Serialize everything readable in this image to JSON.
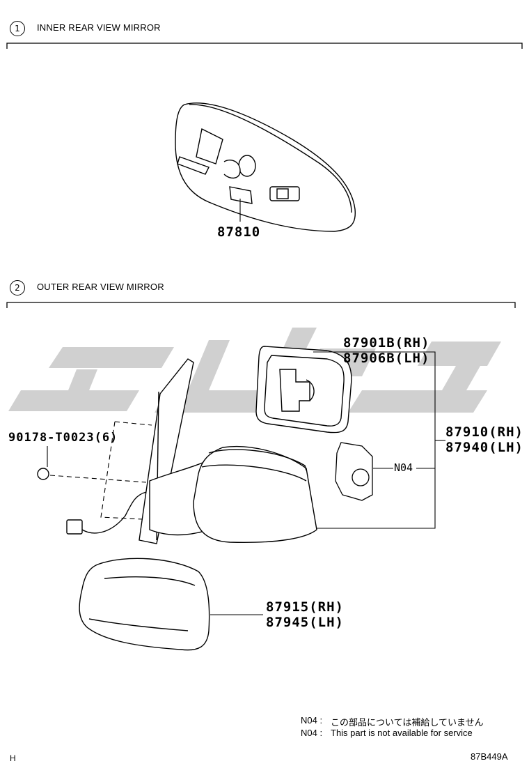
{
  "sections": [
    {
      "number": "1",
      "title": "INNER REAR VIEW MIRROR"
    },
    {
      "number": "2",
      "title": "OUTER REAR VIEW MIRROR"
    }
  ],
  "parts": {
    "inner_mirror": "87810",
    "glass_rh": "87901B(RH)",
    "glass_lh": "87906B(LH)",
    "assy_rh": "87910(RH)",
    "assy_lh": "87940(LH)",
    "screw": "90178-T0023(6)",
    "cover_rh": "87915(RH)",
    "cover_lh": "87945(LH)"
  },
  "callouts": {
    "n04": "N04"
  },
  "notes": [
    {
      "code": "N04 :",
      "text": "この部品については補給していません"
    },
    {
      "code": "N04 :",
      "text": "This part is not available for service"
    }
  ],
  "footer": {
    "left": "H",
    "right": "87B449A"
  },
  "watermark_color": "#c8c8c8"
}
